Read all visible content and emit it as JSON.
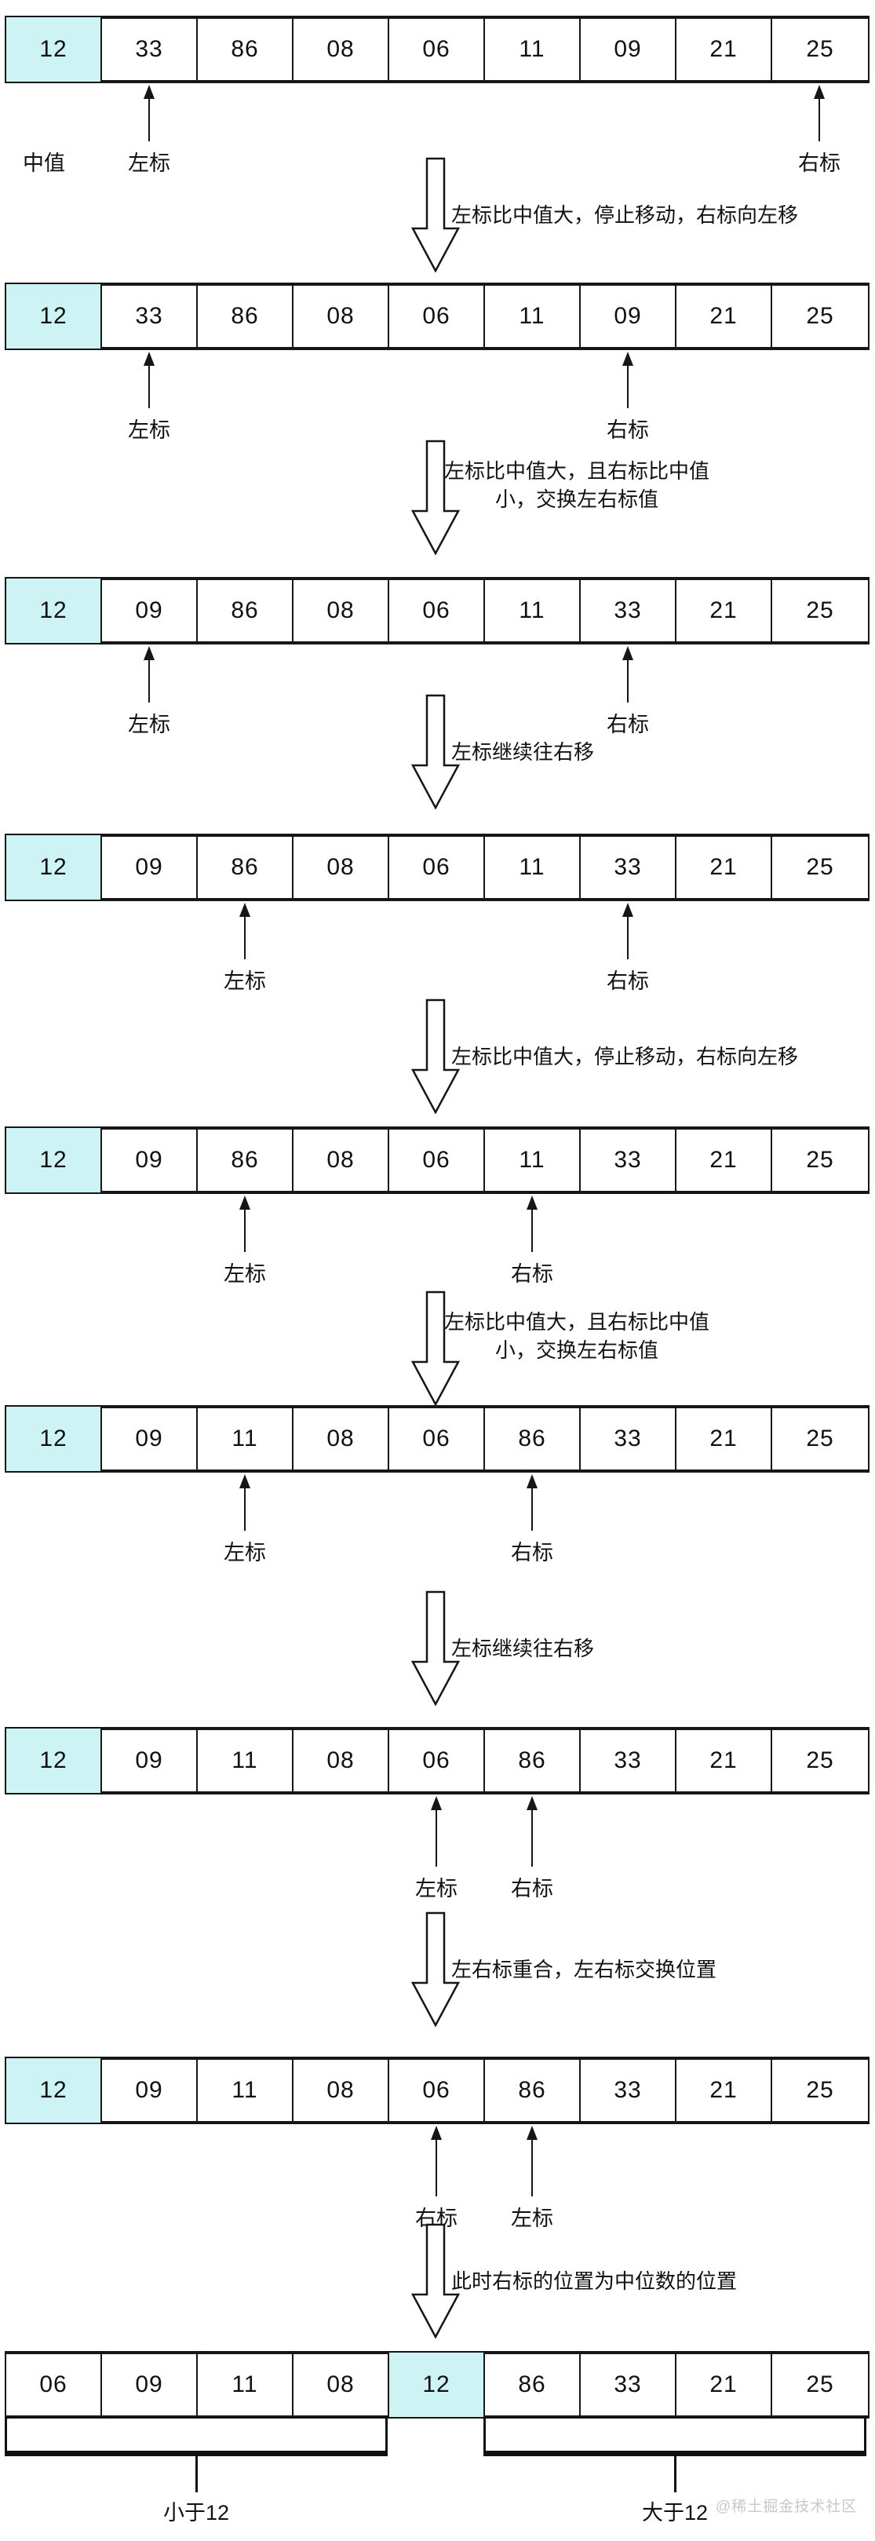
{
  "watermark": "@稀土掘金技术社区",
  "colors": {
    "pivot": "#cdf3f5",
    "border": "#161616",
    "text": "#111111",
    "watermark": "#c8c8c8"
  },
  "labels": {
    "left_pointer": "左标",
    "right_pointer": "右标",
    "median": "中值"
  },
  "rows": [
    {
      "cells": [
        "12",
        "33",
        "86",
        "08",
        "06",
        "11",
        "09",
        "21",
        "25"
      ],
      "pivots": [
        0
      ],
      "pointers": [
        {
          "label": "左标",
          "cell": 1
        },
        {
          "label": "右标",
          "cell": 8
        }
      ],
      "annotations": [
        {
          "label": "中值",
          "cell": 0
        }
      ]
    },
    {
      "cells": [
        "12",
        "33",
        "86",
        "08",
        "06",
        "11",
        "09",
        "21",
        "25"
      ],
      "pivots": [
        0
      ],
      "pointers": [
        {
          "label": "左标",
          "cell": 1
        },
        {
          "label": "右标",
          "cell": 6
        }
      ]
    },
    {
      "cells": [
        "12",
        "09",
        "86",
        "08",
        "06",
        "11",
        "33",
        "21",
        "25"
      ],
      "pivots": [
        0
      ],
      "pointers": [
        {
          "label": "左标",
          "cell": 1
        },
        {
          "label": "右标",
          "cell": 6
        }
      ]
    },
    {
      "cells": [
        "12",
        "09",
        "86",
        "08",
        "06",
        "11",
        "33",
        "21",
        "25"
      ],
      "pivots": [
        0
      ],
      "pointers": [
        {
          "label": "左标",
          "cell": 2
        },
        {
          "label": "右标",
          "cell": 6
        }
      ]
    },
    {
      "cells": [
        "12",
        "09",
        "86",
        "08",
        "06",
        "11",
        "33",
        "21",
        "25"
      ],
      "pivots": [
        0
      ],
      "pointers": [
        {
          "label": "左标",
          "cell": 2
        },
        {
          "label": "右标",
          "cell": 5
        }
      ]
    },
    {
      "cells": [
        "12",
        "09",
        "11",
        "08",
        "06",
        "86",
        "33",
        "21",
        "25"
      ],
      "pivots": [
        0
      ],
      "pointers": [
        {
          "label": "左标",
          "cell": 2
        },
        {
          "label": "右标",
          "cell": 5
        }
      ]
    },
    {
      "cells": [
        "12",
        "09",
        "11",
        "08",
        "06",
        "86",
        "33",
        "21",
        "25"
      ],
      "pivots": [
        0
      ],
      "pointers": [
        {
          "label": "左标",
          "cell": 4
        },
        {
          "label": "右标",
          "cell": 5
        }
      ]
    },
    {
      "cells": [
        "12",
        "09",
        "11",
        "08",
        "06",
        "86",
        "33",
        "21",
        "25"
      ],
      "pivots": [
        0
      ],
      "pointers": [
        {
          "label": "右标",
          "cell": 4
        },
        {
          "label": "左标",
          "cell": 5
        }
      ]
    },
    {
      "cells": [
        "06",
        "09",
        "11",
        "08",
        "12",
        "86",
        "33",
        "21",
        "25"
      ],
      "pivots": [
        4
      ],
      "braces": [
        {
          "label": "小于12",
          "from": 0,
          "to": 3
        },
        {
          "label": "大于12",
          "from": 5,
          "to": 8
        }
      ]
    }
  ],
  "transitions": [
    {
      "lines": [
        "左标比中值大，停止移动，右标向左移"
      ]
    },
    {
      "lines": [
        "左标比中值大，且右标比中值",
        "小，交换左右标值"
      ]
    },
    {
      "lines": [
        "左标继续往右移"
      ]
    },
    {
      "lines": [
        "左标比中值大，停止移动，右标向左移"
      ]
    },
    {
      "lines": [
        "左标比中值大，且右标比中值",
        "小，交换左右标值"
      ]
    },
    {
      "lines": [
        "左标继续往右移"
      ]
    },
    {
      "lines": [
        "左右标重合，左右标交换位置"
      ]
    },
    {
      "lines": [
        "此时右标的位置为中位数的位置"
      ]
    }
  ]
}
